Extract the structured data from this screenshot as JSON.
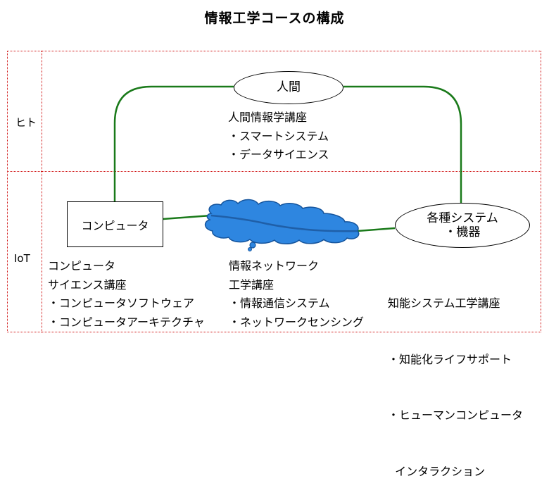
{
  "title": "情報工学コースの構成",
  "rows": {
    "top": "ヒト",
    "bottom": "IoT"
  },
  "nodes": {
    "human": "人間",
    "computer": "コンピュータ",
    "devices": [
      "各種システム",
      "・機器"
    ]
  },
  "courses": {
    "human_info": {
      "lines": [
        "人間情報学講座",
        "・スマートシステム",
        "・データサイエンス"
      ]
    },
    "computer_science": {
      "lines": [
        "コンピュータ",
        "サイエンス講座",
        "・コンピュータソフトウェア",
        "・コンピュータアーキテクチャ"
      ]
    },
    "info_network": {
      "lines": [
        "情報ネットワーク",
        "工学講座",
        "・情報通信システム",
        "・ネットワークセンシング"
      ]
    },
    "intelligent_system": {
      "lines": [
        "知能システム工学講座",
        "・知能化ライフサポート",
        "・ヒューマンコンピュータ",
        "  インタラクション"
      ]
    }
  },
  "colors": {
    "link": "#1a7a1a",
    "network_line": "#1f5fa8",
    "cloud_fill": "#2e86e0",
    "frame": "#d01010"
  }
}
